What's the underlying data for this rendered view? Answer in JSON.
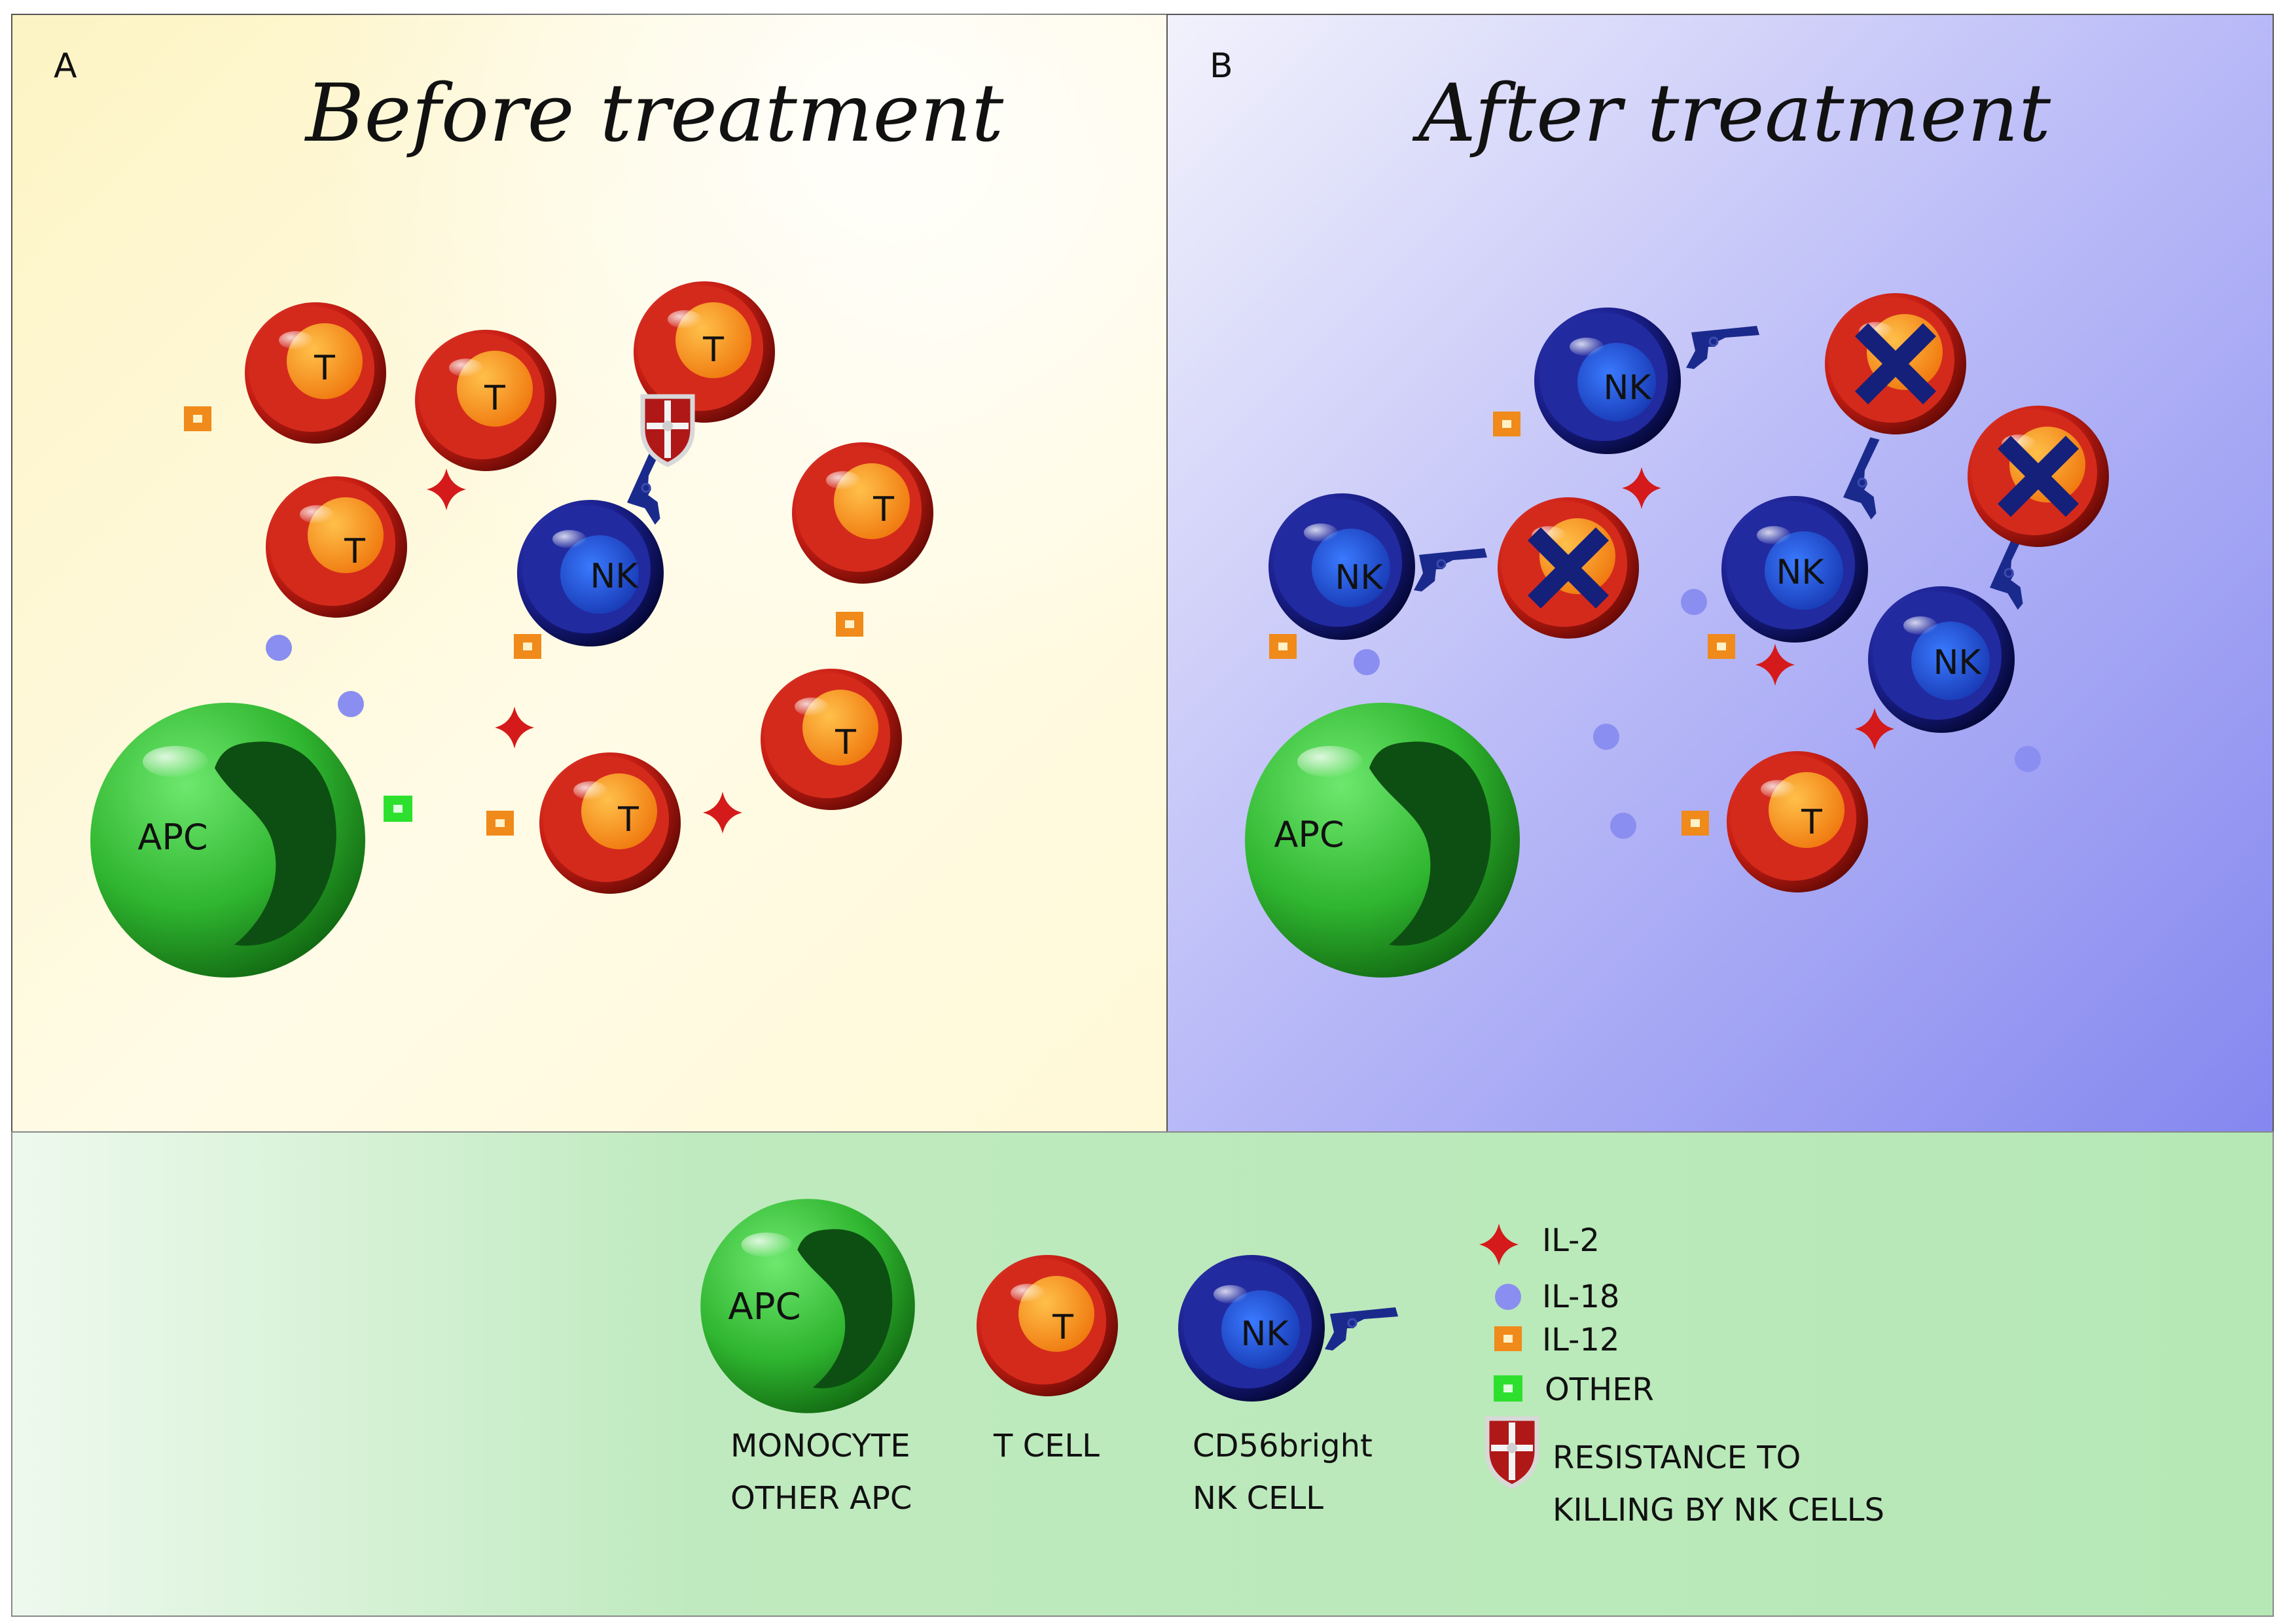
{
  "panel_a": {
    "letter": "A",
    "title": "Before treatment",
    "apc_label": "APC",
    "t_label": "T",
    "nk_label": "NK"
  },
  "panel_b": {
    "letter": "B",
    "title": "After treatment",
    "apc_label": "APC",
    "t_label": "T",
    "nk_label": "NK"
  },
  "legend": {
    "apc": {
      "cell_label": "APC",
      "caption_line1": "MONOCYTE",
      "caption_line2": "OTHER APC"
    },
    "t_cell": {
      "cell_label": "T",
      "caption_line1": "T CELL"
    },
    "nk_cell": {
      "cell_label": "NK",
      "caption_line1": "CD56bright",
      "caption_line2": "NK CELL"
    },
    "markers": [
      {
        "icon": "star-icon",
        "label": "IL-2",
        "color": "#cc1a1a"
      },
      {
        "icon": "dot-icon",
        "label": "IL-18",
        "color": "#8a8ef0"
      },
      {
        "icon": "square-icon",
        "label": "IL-12",
        "color": "#f08a1a"
      },
      {
        "icon": "square-icon",
        "label": "OTHER",
        "color": "#2ee02e"
      }
    ],
    "resistance": {
      "icon": "shield-icon",
      "line1": "RESISTANCE TO",
      "line2": "KILLING BY NK CELLS"
    }
  },
  "colors": {
    "t_cell_outer": "#c81e14",
    "t_cell_nucleus": "#f7941d",
    "nk_cell_outer": "#1a1f8c",
    "nk_cell_nucleus": "#1e4fd8",
    "apc_outer": "#2fb52f",
    "apc_nucleus": "#0d4f12",
    "gun": "#1a2a8c",
    "x_mark": "#14207a"
  }
}
